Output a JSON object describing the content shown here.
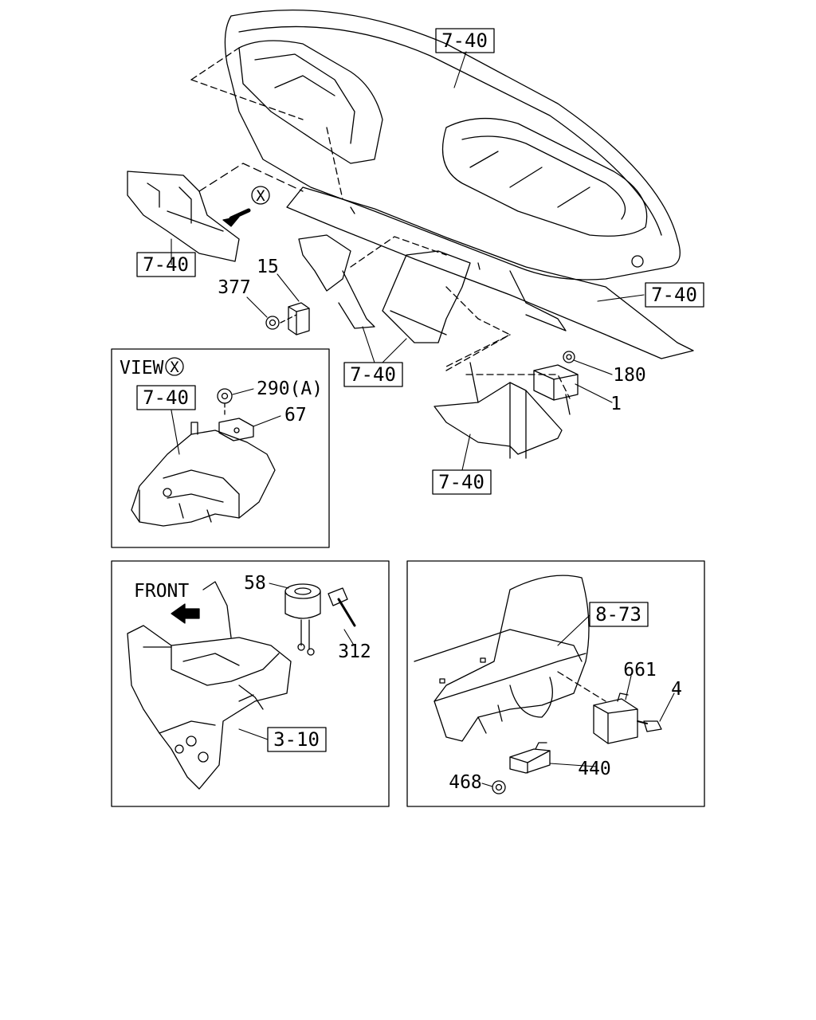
{
  "colors": {
    "ink": "#000000",
    "paper": "#ffffff"
  },
  "refs": {
    "r1": "7-40",
    "r2": "7-40",
    "r3": "7-40",
    "r4": "7-40",
    "r5": "7-40",
    "r6": "7-40",
    "r7": "3-10",
    "r8": "8-73"
  },
  "callouts": {
    "c15": "15",
    "c377": "377",
    "c180": "180",
    "c1": "1",
    "c290": "290(A)",
    "c67": "67",
    "c58": "58",
    "c312": "312",
    "c661": "661",
    "c4": "4",
    "c440": "440",
    "c468": "468"
  },
  "view": {
    "label": "VIEW",
    "marker": "X"
  },
  "front_label": "FRONT"
}
